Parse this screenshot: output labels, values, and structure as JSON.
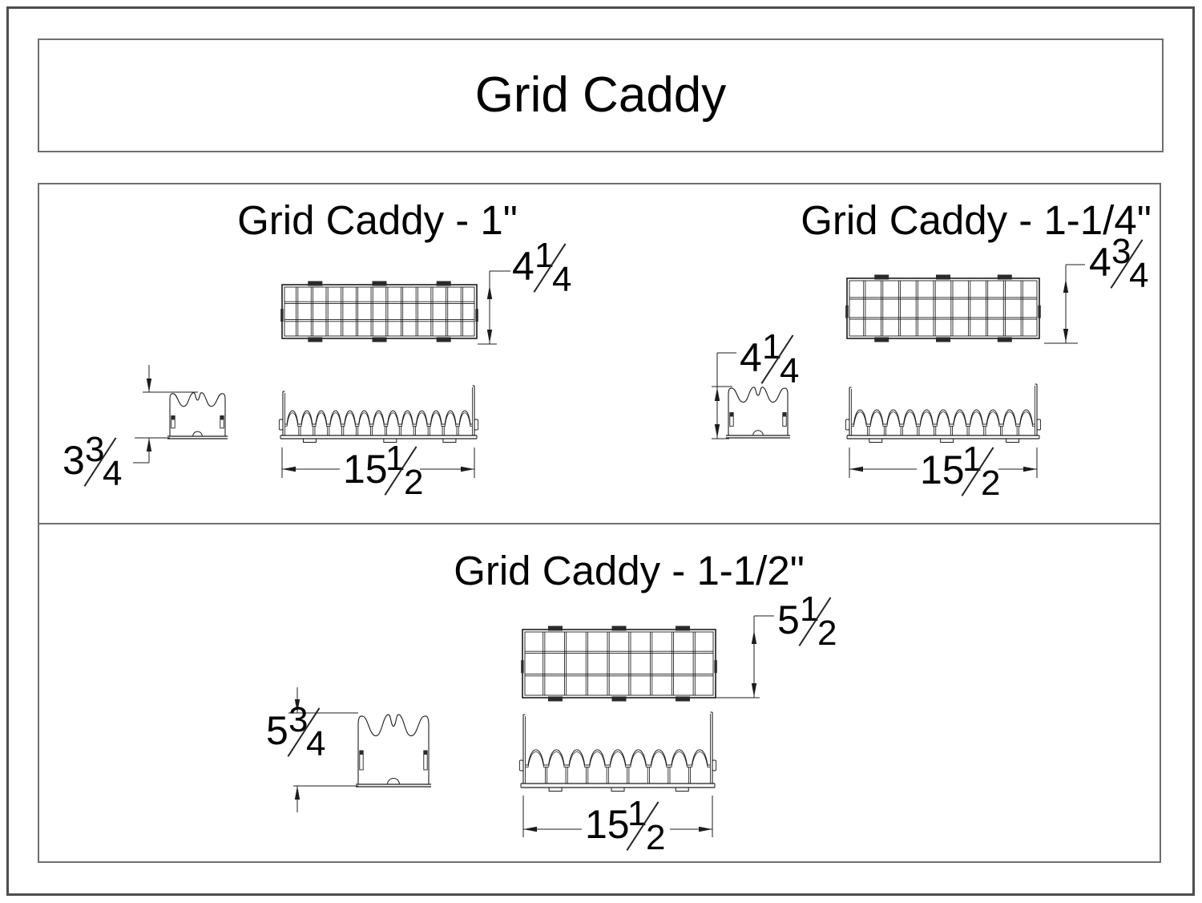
{
  "page_title": "Grid Caddy",
  "sections": [
    {
      "title": "Grid Caddy - 1\"",
      "top_view": {
        "grid_cols": 13,
        "grid_rows": 3,
        "height_dim": {
          "whole": "4",
          "num": "1",
          "den": "4"
        }
      },
      "side_view": {
        "height_dim": {
          "whole": "3",
          "num": "3",
          "den": "4"
        }
      },
      "front_view": {
        "humps": 13,
        "width_dim": {
          "whole": "15",
          "num": "1",
          "den": "2"
        }
      }
    },
    {
      "title": "Grid Caddy - 1-1/4\"",
      "top_view": {
        "grid_cols": 11,
        "grid_rows": 3,
        "height_dim": {
          "whole": "4",
          "num": "3",
          "den": "4"
        }
      },
      "side_view": {
        "height_dim": {
          "whole": "4",
          "num": "1",
          "den": "4"
        }
      },
      "front_view": {
        "humps": 11,
        "width_dim": {
          "whole": "15",
          "num": "1",
          "den": "2"
        }
      }
    },
    {
      "title": "Grid Caddy - 1-1/2\"",
      "top_view": {
        "grid_cols": 9,
        "grid_rows": 3,
        "height_dim": {
          "whole": "5",
          "num": "1",
          "den": "2"
        }
      },
      "side_view": {
        "height_dim": {
          "whole": "5",
          "num": "3",
          "den": "4"
        }
      },
      "front_view": {
        "humps": 9,
        "width_dim": {
          "whole": "15",
          "num": "1",
          "den": "2"
        }
      }
    }
  ],
  "colors": {
    "line": "#1c1c1c",
    "frame": "#6e6e6e",
    "text": "#000000"
  }
}
